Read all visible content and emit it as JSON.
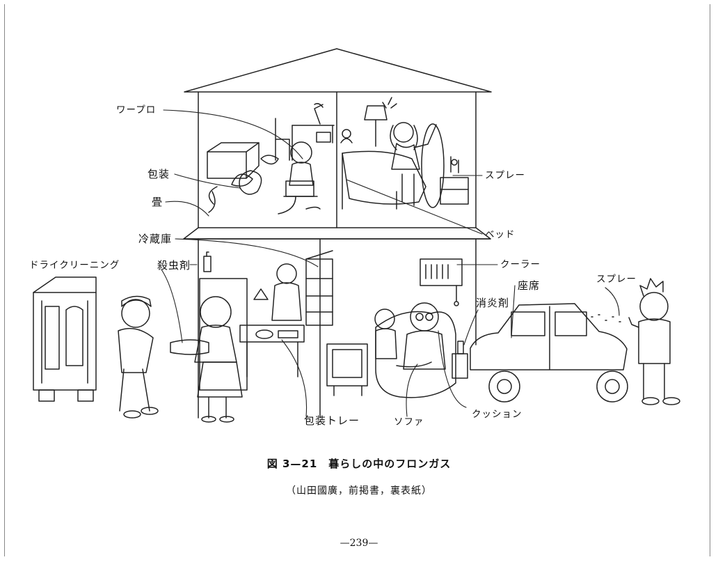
{
  "labels": {
    "waapuro": "ワープロ",
    "houso": "包装",
    "tatami": "畳",
    "reizoko": "冷蔵庫",
    "dry_cleaning": "ドライクリーニング",
    "sacchuzai": "殺虫剤",
    "spray_upstairs": "スプレー",
    "bed": "ベッド",
    "cooler": "クーラー",
    "seat": "座席",
    "spray_car": "スプレー",
    "shoenzai": "消炎剤",
    "houso_tray": "包装トレー",
    "sofa": "ソファ",
    "cushion": "クッション"
  },
  "figure": {
    "title": "図 3—21　暮らしの中のフロンガス",
    "source": "（山田國廣，前掲書，裏表紙）"
  },
  "page": {
    "number": "—239—"
  }
}
